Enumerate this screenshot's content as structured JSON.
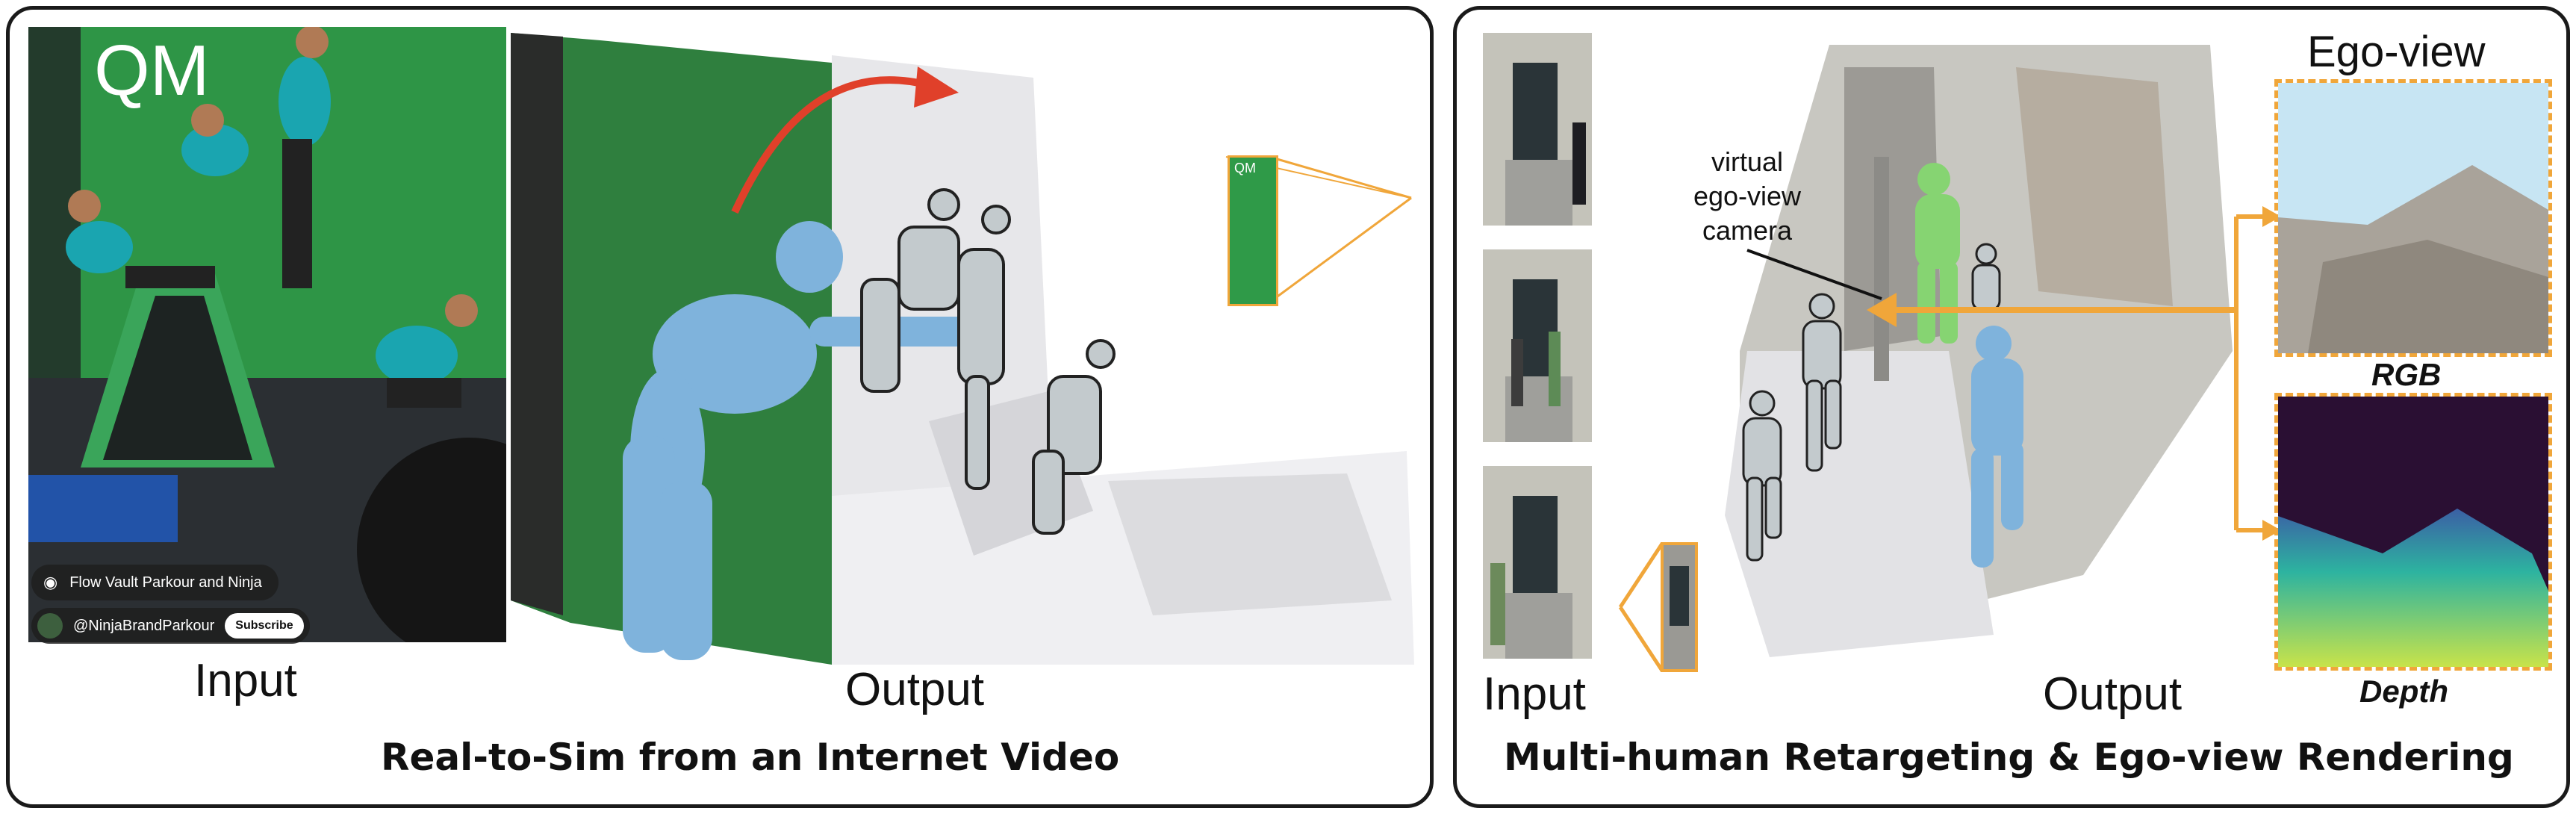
{
  "left_panel": {
    "watermark": "QM",
    "location_tag": "Flow Vault Parkour and Ninja",
    "channel_handle": "@NinjaBrandParkour",
    "subscribe_label": "Subscribe",
    "input_label": "Input",
    "output_label": "Output",
    "caption": "Real-to-Sim from an Internet Video",
    "thumb_watermark": "QM"
  },
  "right_panel": {
    "annotation": [
      "virtual",
      "ego-view",
      "camera"
    ],
    "ego_view_title": "Ego-view",
    "rgb_label": "RGB",
    "depth_label": "Depth",
    "input_label": "Input",
    "output_label": "Output",
    "caption": "Multi-human Retargeting & Ego-view Rendering"
  },
  "colors": {
    "accent_orange": "#f0a63a",
    "arc_red": "#e0402a",
    "human_blue": "#7fb3dc",
    "human_green": "#86d472",
    "robot_gray": "#c4ccd0",
    "wall_green": "#2f9a48",
    "sky_blue": "#c7e5f3",
    "depth_dark": "#2a0f33"
  }
}
